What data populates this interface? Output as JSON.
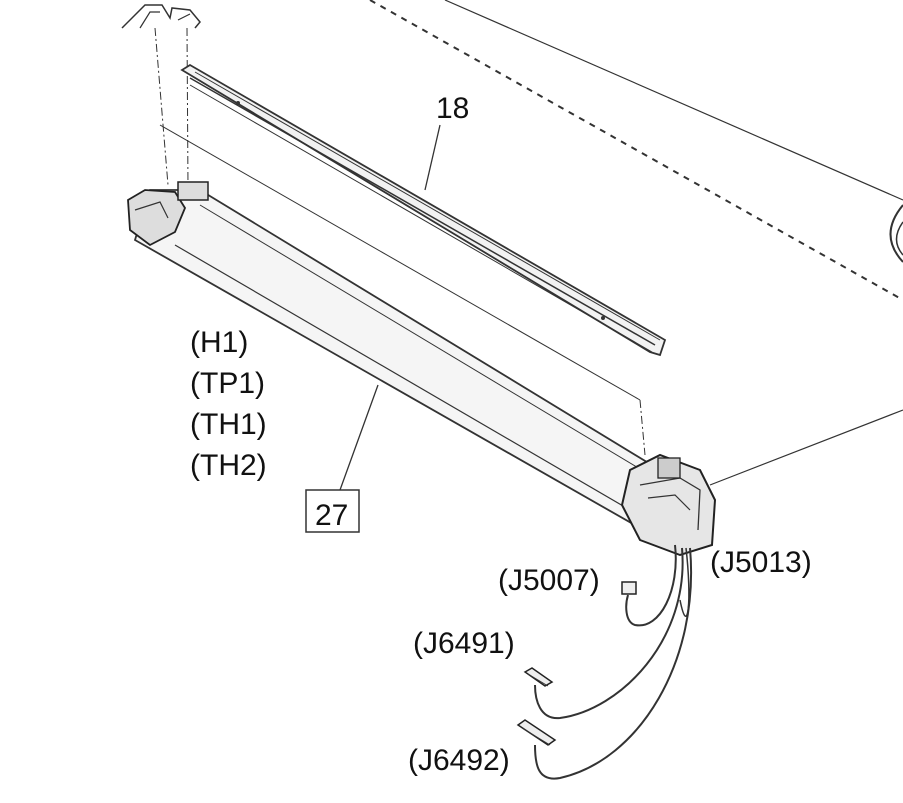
{
  "labels": {
    "part_18": "18",
    "part_27": "27",
    "h1": "(H1)",
    "tp1": "(TP1)",
    "th1": "(TH1)",
    "th2": "(TH2)",
    "j5007": "(J5007)",
    "j5013": "(J5013)",
    "j6491": "(J6491)",
    "j6492": "(J6492)"
  }
}
